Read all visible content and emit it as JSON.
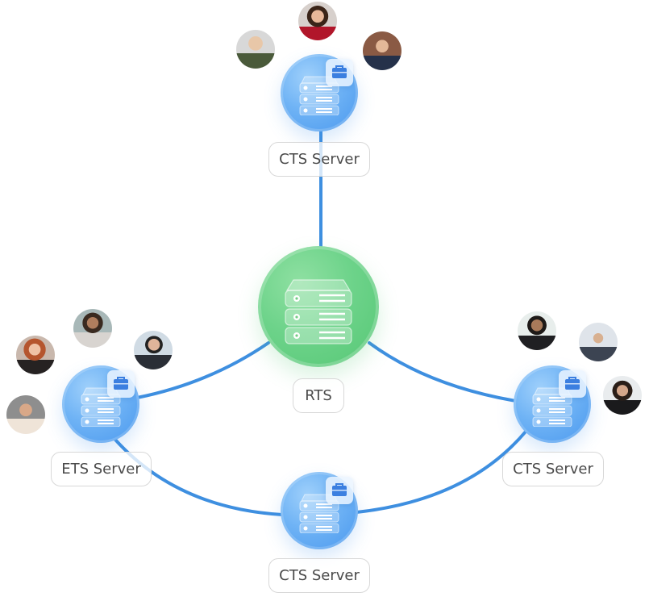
{
  "diagram": {
    "title": "",
    "colors": {
      "link": "#3e8fe0",
      "server_blue": "#6fb3f5",
      "server_green": "#6dd38a",
      "label_text": "#4a4a4a",
      "label_border": "#d8d8d8",
      "badge_icon": "#3b7fe0"
    },
    "hub": {
      "id": "rts",
      "label": "RTS",
      "icon": "server-stack-icon",
      "color": "green"
    },
    "servers": [
      {
        "id": "cts-top",
        "label": "CTS Server",
        "icon": "server-stack-icon",
        "badge": "briefcase-icon",
        "avatars": 3
      },
      {
        "id": "ets-left",
        "label": "ETS Server",
        "icon": "server-stack-icon",
        "badge": "briefcase-icon",
        "avatars": 4
      },
      {
        "id": "cts-right",
        "label": "CTS Server",
        "icon": "server-stack-icon",
        "badge": "briefcase-icon",
        "avatars": 3
      },
      {
        "id": "cts-bottom",
        "label": "CTS Server",
        "icon": "server-stack-icon",
        "badge": "briefcase-icon",
        "avatars": 0
      }
    ],
    "links": [
      {
        "from": "rts",
        "to": "cts-top"
      },
      {
        "from": "rts",
        "to": "ets-left"
      },
      {
        "from": "rts",
        "to": "cts-right"
      },
      {
        "from": "ets-left",
        "to": "cts-bottom"
      },
      {
        "from": "cts-bottom",
        "to": "cts-right"
      }
    ]
  }
}
